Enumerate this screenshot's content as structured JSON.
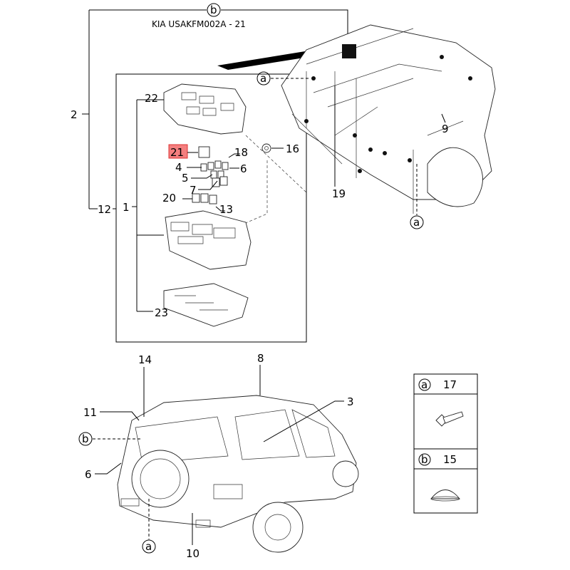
{
  "title": "KIA USAKFM002A - 21",
  "highlight_color": "#f47f7f",
  "callouts": {
    "c1": "1",
    "c2": "2",
    "c3": "3",
    "c4": "4",
    "c5": "5",
    "c6a": "6",
    "c6b": "6",
    "c7": "7",
    "c8": "8",
    "c9": "9",
    "c10": "10",
    "c11": "11",
    "c12": "12",
    "c13": "13",
    "c14": "14",
    "c16": "16",
    "c18": "18",
    "c19": "19",
    "c20": "20",
    "c21": "21",
    "c22": "22",
    "c23": "23"
  },
  "refs": {
    "a": "a",
    "b": "b"
  },
  "legend": [
    {
      "ref": "a",
      "part": "17"
    },
    {
      "ref": "b",
      "part": "15"
    }
  ]
}
